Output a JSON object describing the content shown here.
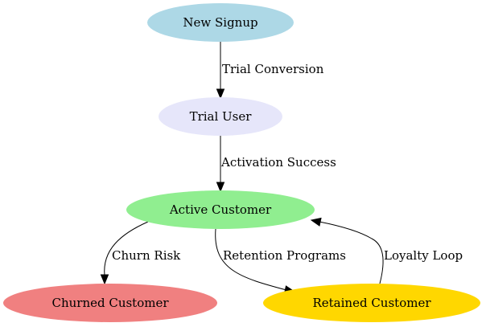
{
  "nodes": {
    "new_signup": {
      "label": "New Signup",
      "fill": "#add8e6"
    },
    "trial_user": {
      "label": "Trial User",
      "fill": "#e6e6fa"
    },
    "active_customer": {
      "label": "Active Customer",
      "fill": "#90ee90"
    },
    "churned_customer": {
      "label": "Churned Customer",
      "fill": "#f08080"
    },
    "retained_customer": {
      "label": "Retained Customer",
      "fill": "#ffd700"
    }
  },
  "edges": {
    "trial_conversion": {
      "from": "New Signup",
      "to": "Trial User",
      "label": "Trial Conversion"
    },
    "activation_success": {
      "from": "Trial User",
      "to": "Active Customer",
      "label": "Activation Success"
    },
    "churn_risk": {
      "from": "Active Customer",
      "to": "Churned Customer",
      "label": "Churn Risk"
    },
    "retention_programs": {
      "from": "Active Customer",
      "to": "Retained Customer",
      "label": "Retention Programs"
    },
    "loyalty_loop": {
      "from": "Retained Customer",
      "to": "Active Customer",
      "label": "Loyalty Loop"
    }
  }
}
